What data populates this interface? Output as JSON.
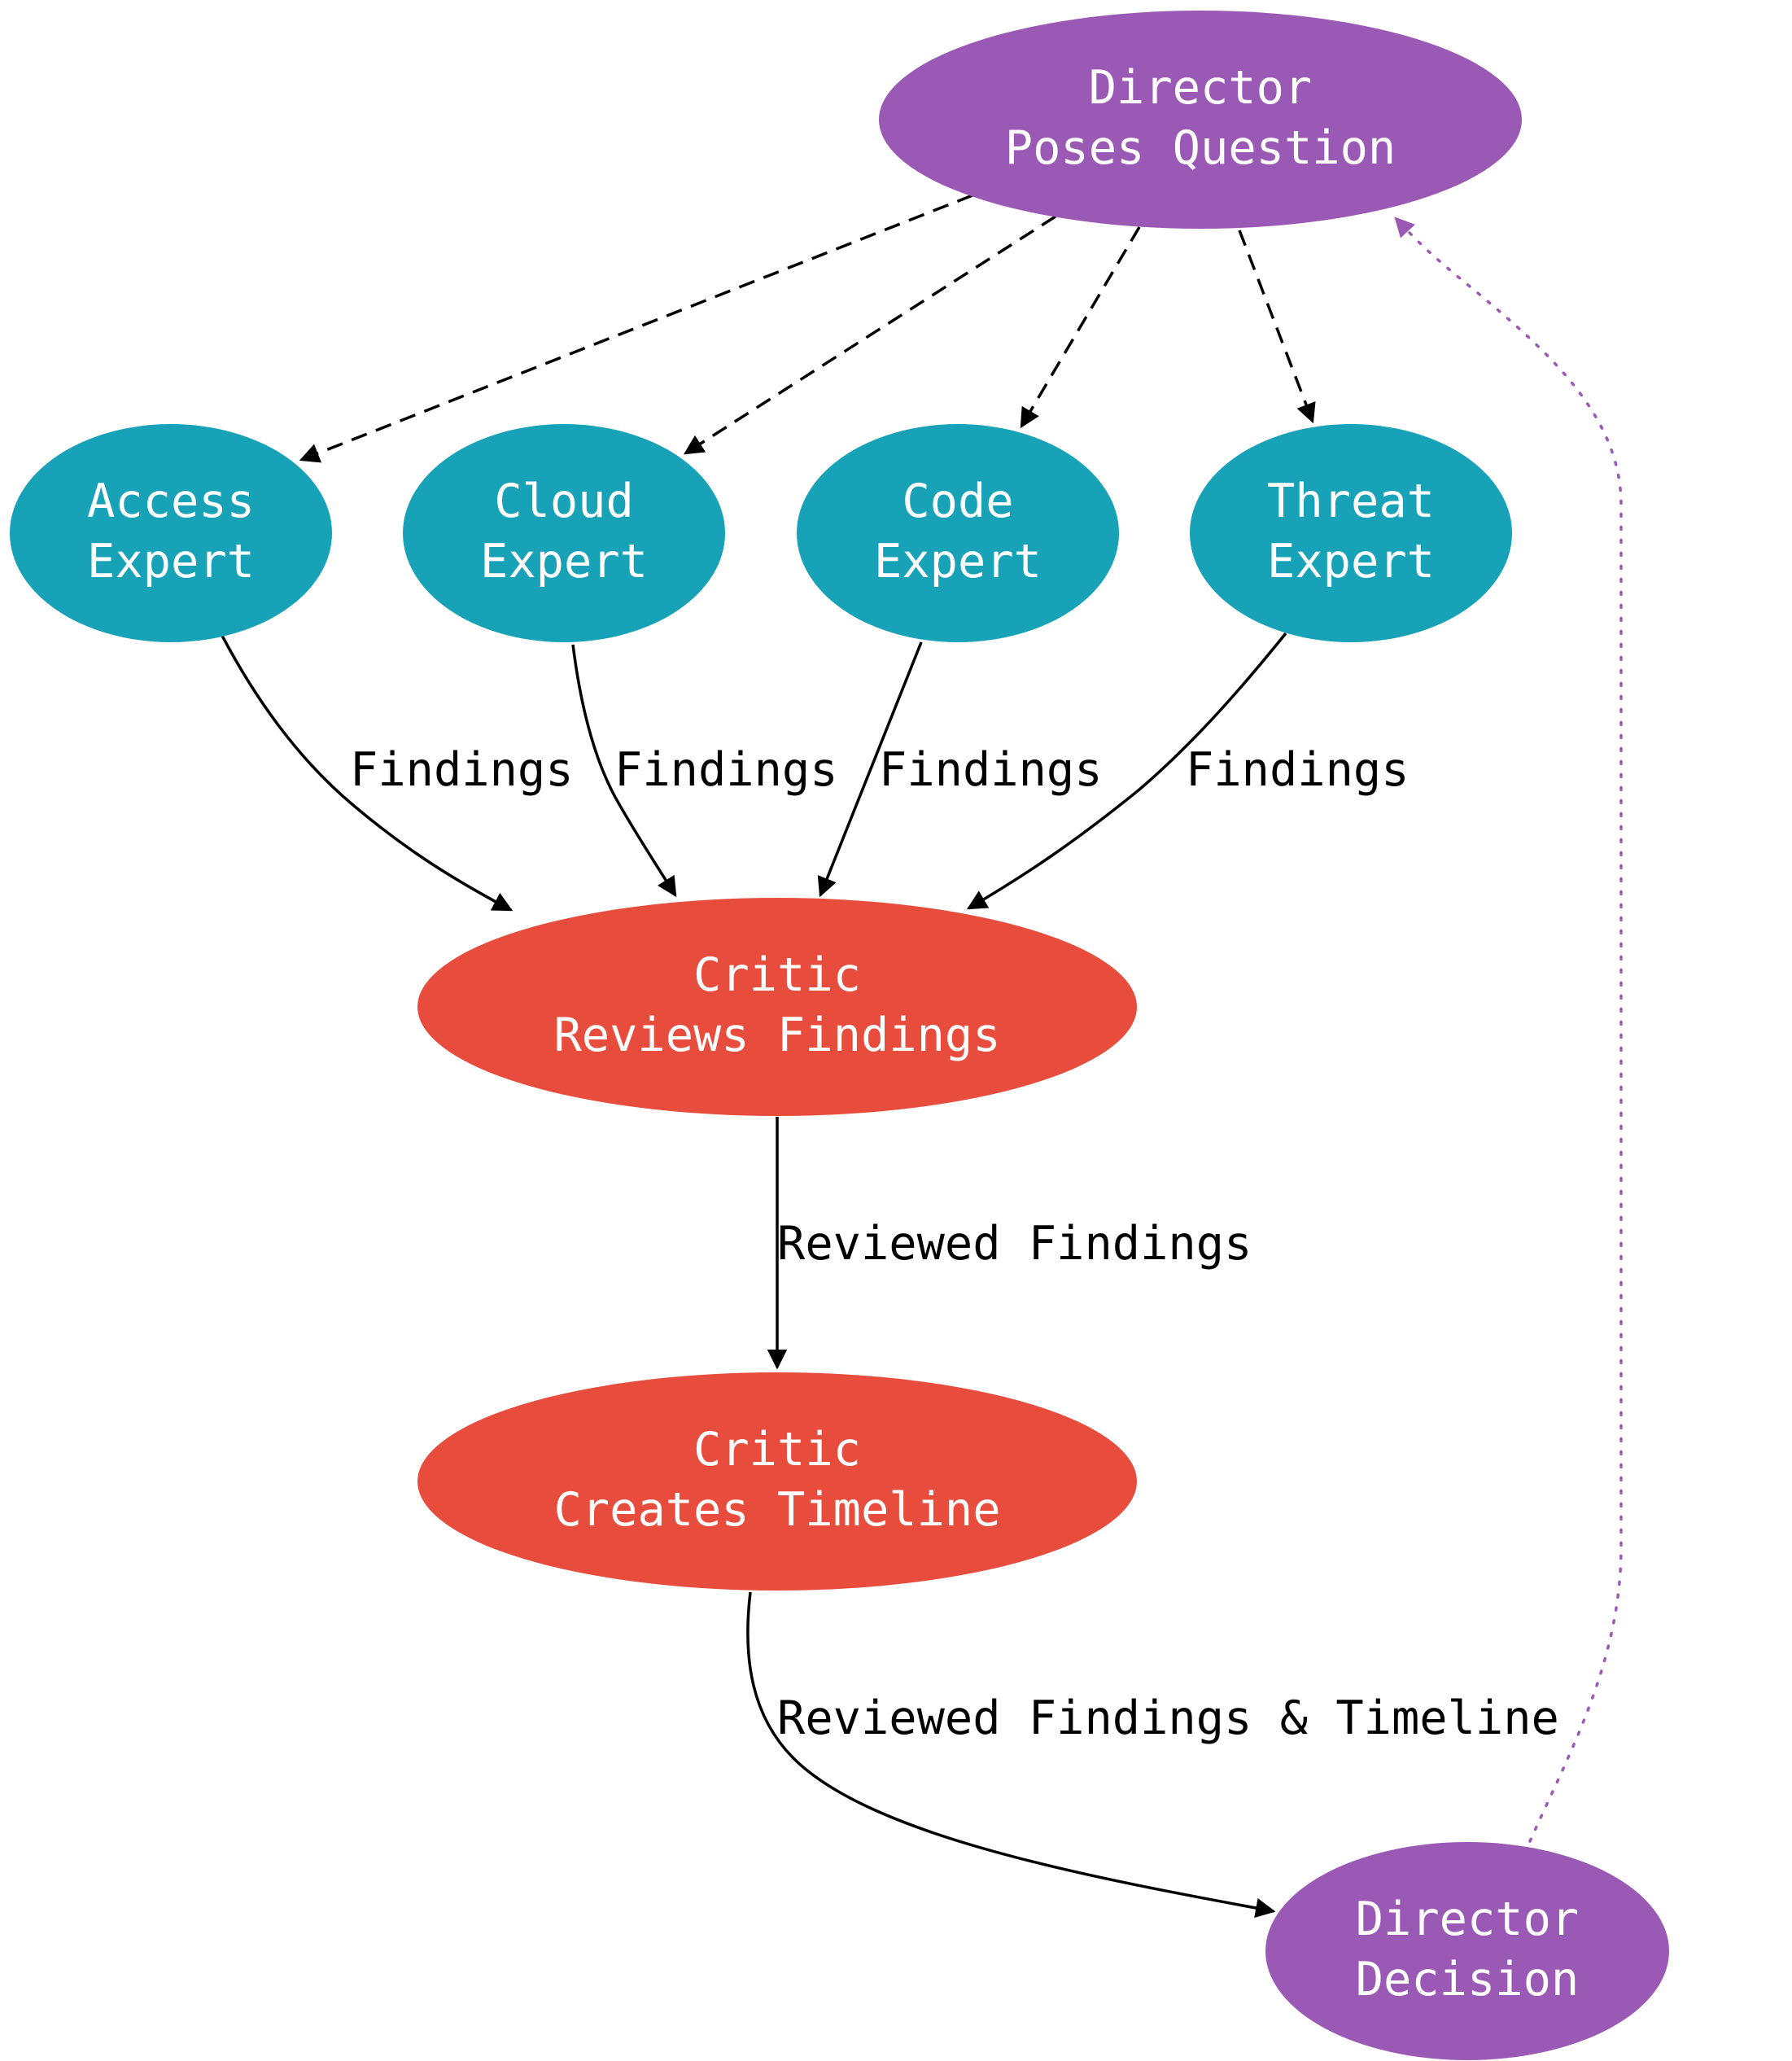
{
  "colors": {
    "director": "#9b59b6",
    "expert": "#17a2b8",
    "critic": "#e74c3c",
    "edge": "#000000",
    "feedback_edge": "#9b59b6",
    "node_text": "#ffffff"
  },
  "nodes": {
    "director_question": {
      "line1": "Director",
      "line2": "Poses Question"
    },
    "access_expert": {
      "line1": "Access",
      "line2": "Expert"
    },
    "cloud_expert": {
      "line1": "Cloud",
      "line2": "Expert"
    },
    "code_expert": {
      "line1": "Code",
      "line2": "Expert"
    },
    "threat_expert": {
      "line1": "Threat",
      "line2": "Expert"
    },
    "critic_reviews": {
      "line1": "Critic",
      "line2": "Reviews Findings"
    },
    "critic_timeline": {
      "line1": "Critic",
      "line2": "Creates Timeline"
    },
    "director_decision": {
      "line1": "Director",
      "line2": "Decision"
    }
  },
  "edges": {
    "access_findings": "Findings",
    "cloud_findings": "Findings",
    "code_findings": "Findings",
    "threat_findings": "Findings",
    "reviewed_findings": "Reviewed Findings",
    "findings_timeline": "Reviewed Findings & Timeline"
  }
}
